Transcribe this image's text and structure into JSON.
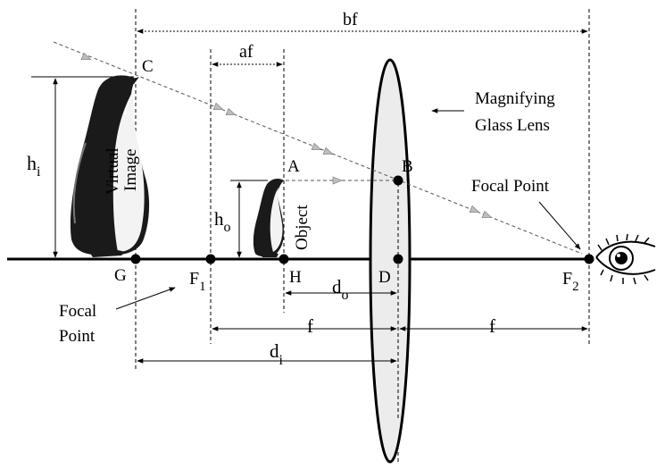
{
  "labels": {
    "bf": "bf",
    "af": "af",
    "C": "C",
    "A": "A",
    "B": "B",
    "G": "G",
    "F1_main": "F",
    "F1_sub": "1",
    "H": "H",
    "D": "D",
    "F2_main": "F",
    "F2_sub": "2",
    "hi_main": "h",
    "hi_sub": "i",
    "ho_main": "h",
    "ho_sub": "o",
    "do_main": "d",
    "do_sub": "o",
    "di_main": "d",
    "di_sub": "i",
    "f_left": "f",
    "f_right": "f",
    "virtual_line1": "Virtual",
    "virtual_line2": "Image",
    "object": "Object",
    "lens_line1": "Magnifying",
    "lens_line2": "Glass Lens",
    "focal_right": "Focal Point",
    "focal_left_line1": "Focal",
    "focal_left_line2": "Point"
  },
  "icons": [
    "penguin-large-icon",
    "penguin-small-icon",
    "eye-icon",
    "magnifying-lens-icon"
  ],
  "colors": {
    "line": "#000000",
    "lens_fill": "#ececec",
    "arrow_grey": "#b5b5b5"
  }
}
